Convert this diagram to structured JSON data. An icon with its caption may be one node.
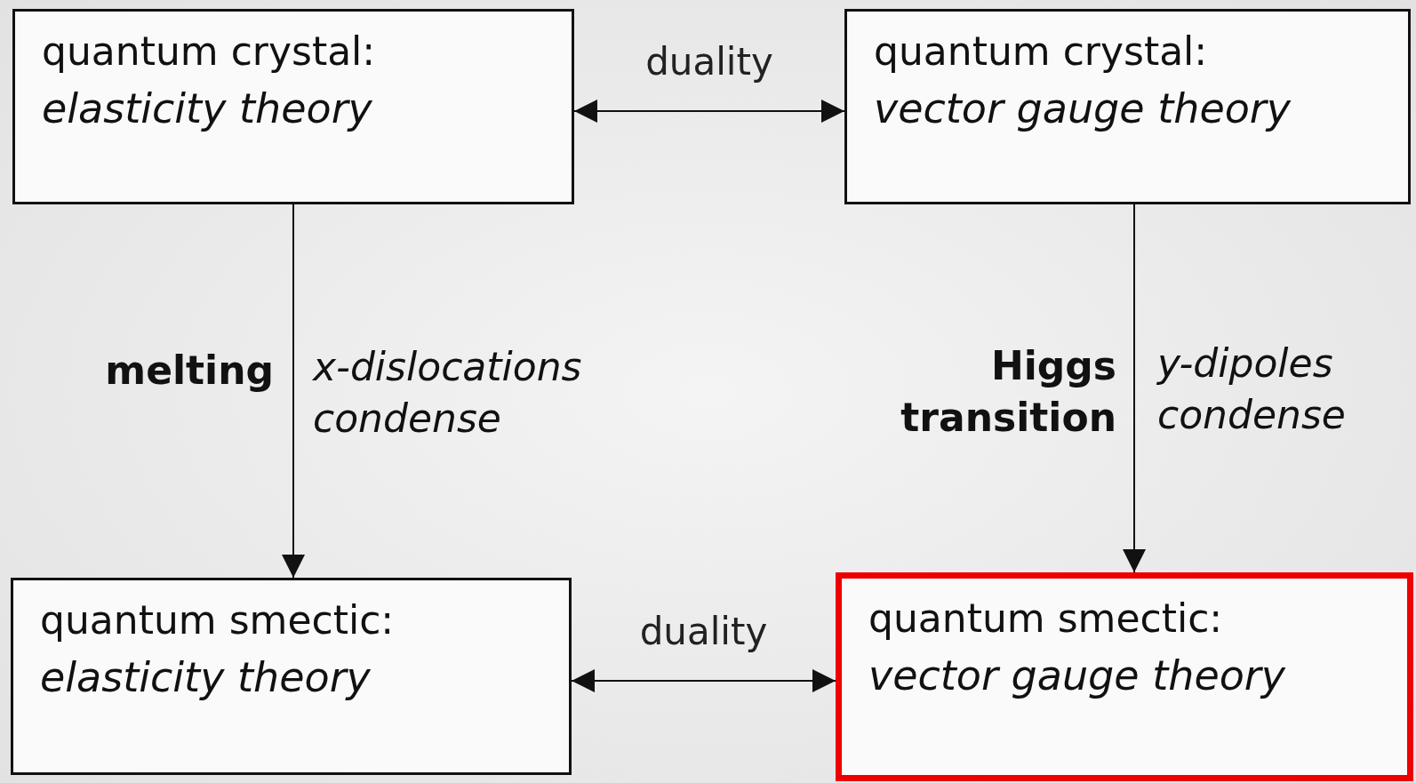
{
  "diagram": {
    "nodes": [
      {
        "text": [
          "quantum crystal:",
          "elasticity theory"
        ]
      },
      {
        "text": [
          "quantum crystal:",
          "vector gauge theory"
        ]
      },
      {
        "text": [
          "quantum smectic:",
          "elasticity theory"
        ]
      },
      {
        "text": [
          "quantum smectic:",
          "vector gauge theory"
        ]
      }
    ],
    "edges": [
      {
        "from": 0,
        "to": 1,
        "arrow": "both",
        "label": "duality"
      },
      {
        "from": 0,
        "to": 2,
        "arrow": "to"
      },
      {
        "from": 1,
        "to": 3,
        "arrow": "to"
      },
      {
        "from": 2,
        "to": 3,
        "arrow": "both",
        "label": "duality"
      }
    ],
    "labels": [
      "melting",
      "x-dislocations condense",
      "Higgs transition",
      "y-dipoles condense"
    ]
  }
}
